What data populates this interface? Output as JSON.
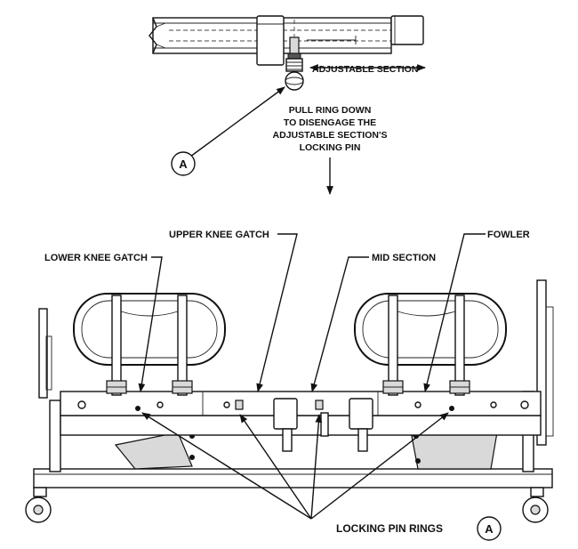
{
  "callouts": {
    "adjustable_section": "ADJUSTABLE SECTION",
    "instruction_line1": "PULL RING DOWN",
    "instruction_line2": "TO DISENGAGE THE",
    "instruction_line3": "ADJUSTABLE SECTION'S",
    "instruction_line4": "LOCKING PIN",
    "detail_marker_top": "A",
    "upper_knee_gatch": "UPPER KNEE GATCH",
    "fowler": "FOWLER",
    "lower_knee_gatch": "LOWER KNEE GATCH",
    "mid_section": "MID SECTION",
    "locking_pin_rings": "LOCKING PIN RINGS",
    "detail_marker_bottom": "A"
  }
}
